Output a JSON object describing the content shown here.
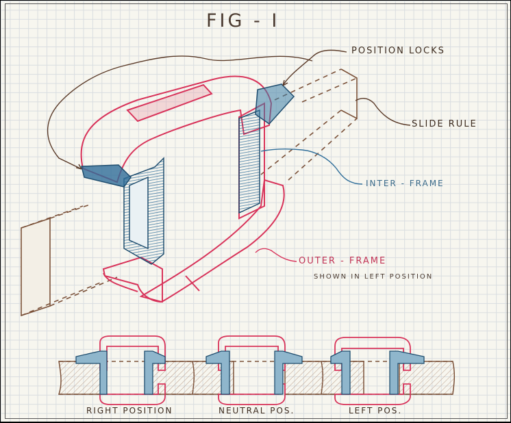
{
  "title": "FIG - I",
  "labels": {
    "position_locks": "POSITION LOCKS",
    "slide_rule": "SLIDE RULE",
    "inter_frame": "INTER - FRAME",
    "outer_frame": "OUTER - FRAME",
    "shown_position": "SHOWN IN LEFT POSITION"
  },
  "views": [
    {
      "label": "RIGHT POSITION"
    },
    {
      "label": "NEUTRAL POS."
    },
    {
      "label": "LEFT POS."
    }
  ],
  "colors": {
    "outer_frame": "#d8335a",
    "inter_frame": "#2e6d99",
    "slide_rule": "#7a5038",
    "leader": "#5a3a28",
    "paper": "#f7f6ef",
    "grid": "#d9dde0"
  }
}
